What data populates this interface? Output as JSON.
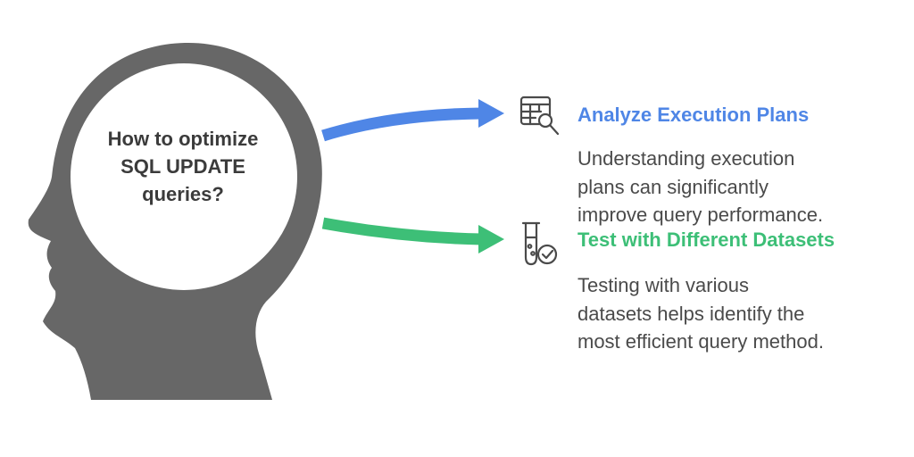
{
  "center": {
    "question": "How to optimize SQL UPDATE queries?"
  },
  "items": [
    {
      "title": "Analyze Execution Plans",
      "description": "Understanding execution\nplans can significantly\nimprove query performance.",
      "icon": "table-search-icon",
      "color": "#4f86e6"
    },
    {
      "title": "Test with Different Datasets",
      "description": "Testing with various\ndatasets helps identify the\nmost efficient query method.",
      "icon": "test-tube-check-icon",
      "color": "#3dbf77"
    }
  ],
  "colors": {
    "head": "#676767",
    "circle": "#ffffff",
    "text": "#3b3b3b",
    "icon": "#4a4a4a"
  }
}
